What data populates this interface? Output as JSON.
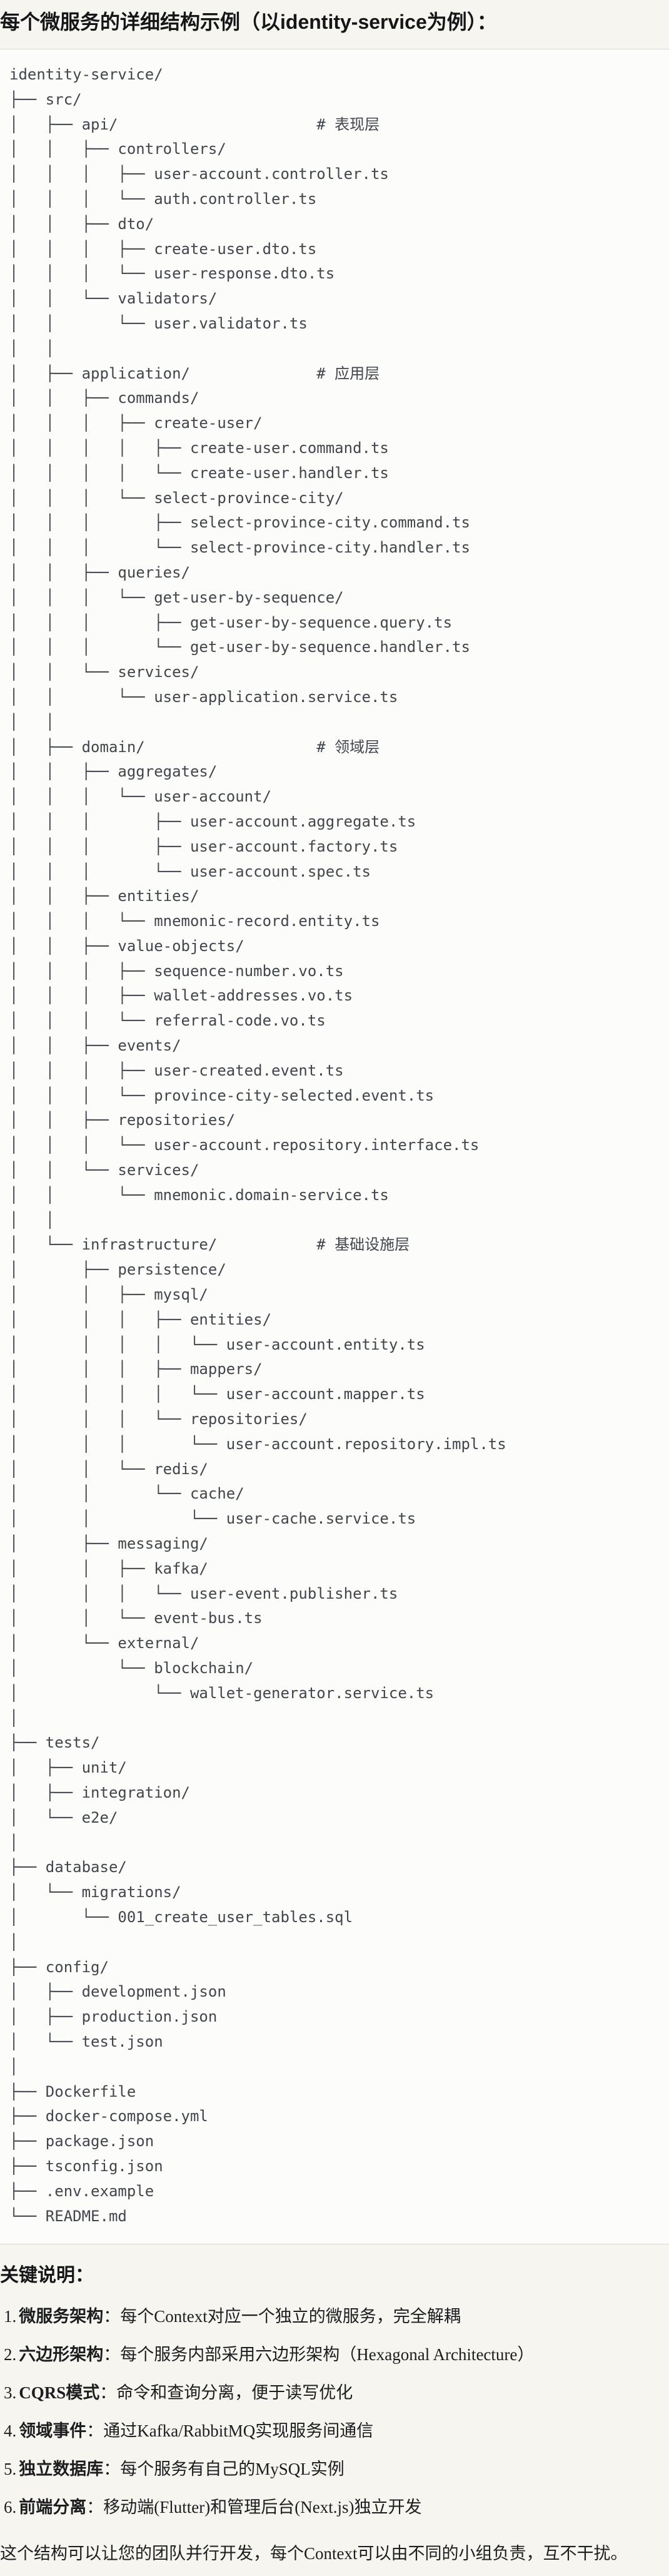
{
  "title": "每个微服务的详细结构示例（以identity-service为例）：",
  "code_block": {
    "language": "text",
    "tree_lines": [
      "identity-service/",
      "├── src/",
      "│   ├── api/                      # 表现层",
      "│   │   ├── controllers/",
      "│   │   │   ├── user-account.controller.ts",
      "│   │   │   └── auth.controller.ts",
      "│   │   ├── dto/",
      "│   │   │   ├── create-user.dto.ts",
      "│   │   │   └── user-response.dto.ts",
      "│   │   └── validators/",
      "│   │       └── user.validator.ts",
      "│   │",
      "│   ├── application/              # 应用层",
      "│   │   ├── commands/",
      "│   │   │   ├── create-user/",
      "│   │   │   │   ├── create-user.command.ts",
      "│   │   │   │   └── create-user.handler.ts",
      "│   │   │   └── select-province-city/",
      "│   │   │       ├── select-province-city.command.ts",
      "│   │   │       └── select-province-city.handler.ts",
      "│   │   ├── queries/",
      "│   │   │   └── get-user-by-sequence/",
      "│   │   │       ├── get-user-by-sequence.query.ts",
      "│   │   │       └── get-user-by-sequence.handler.ts",
      "│   │   └── services/",
      "│   │       └── user-application.service.ts",
      "│   │",
      "│   ├── domain/                   # 领域层",
      "│   │   ├── aggregates/",
      "│   │   │   └── user-account/",
      "│   │   │       ├── user-account.aggregate.ts",
      "│   │   │       ├── user-account.factory.ts",
      "│   │   │       └── user-account.spec.ts",
      "│   │   ├── entities/",
      "│   │   │   └── mnemonic-record.entity.ts",
      "│   │   ├── value-objects/",
      "│   │   │   ├── sequence-number.vo.ts",
      "│   │   │   ├── wallet-addresses.vo.ts",
      "│   │   │   └── referral-code.vo.ts",
      "│   │   ├── events/",
      "│   │   │   ├── user-created.event.ts",
      "│   │   │   └── province-city-selected.event.ts",
      "│   │   ├── repositories/",
      "│   │   │   └── user-account.repository.interface.ts",
      "│   │   └── services/",
      "│   │       └── mnemonic.domain-service.ts",
      "│   │",
      "│   └── infrastructure/           # 基础设施层",
      "│       ├── persistence/",
      "│       │   ├── mysql/",
      "│       │   │   ├── entities/",
      "│       │   │   │   └── user-account.entity.ts",
      "│       │   │   ├── mappers/",
      "│       │   │   │   └── user-account.mapper.ts",
      "│       │   │   └── repositories/",
      "│       │   │       └── user-account.repository.impl.ts",
      "│       │   └── redis/",
      "│       │       └── cache/",
      "│       │           └── user-cache.service.ts",
      "│       ├── messaging/",
      "│       │   ├── kafka/",
      "│       │   │   └── user-event.publisher.ts",
      "│       │   └── event-bus.ts",
      "│       └── external/",
      "│           └── blockchain/",
      "│               └── wallet-generator.service.ts",
      "│",
      "├── tests/",
      "│   ├── unit/",
      "│   ├── integration/",
      "│   └── e2e/",
      "│",
      "├── database/",
      "│   └── migrations/",
      "│       └── 001_create_user_tables.sql",
      "│",
      "├── config/",
      "│   ├── development.json",
      "│   ├── production.json",
      "│   └── test.json",
      "│",
      "├── Dockerfile",
      "├── docker-compose.yml",
      "├── package.json",
      "├── tsconfig.json",
      "├── .env.example",
      "└── README.md"
    ]
  },
  "notes": {
    "heading": "关键说明：",
    "items": [
      {
        "num": "1.",
        "label": "微服务架构",
        "text": "：每个Context对应一个独立的微服务，完全解耦"
      },
      {
        "num": "2.",
        "label": "六边形架构",
        "text": "：每个服务内部采用六边形架构（Hexagonal Architecture）"
      },
      {
        "num": "3.",
        "label": "CQRS模式",
        "text": "：命令和查询分离，便于读写优化"
      },
      {
        "num": "4.",
        "label": "领域事件",
        "text": "：通过Kafka/RabbitMQ实现服务间通信"
      },
      {
        "num": "5.",
        "label": "独立数据库",
        "text": "：每个服务有自己的MySQL实例"
      },
      {
        "num": "6.",
        "label": "前端分离",
        "text": "：移动端(Flutter)和管理后台(Next.js)独立开发"
      }
    ],
    "footer": "这个结构可以让您的团队并行开发，每个Context可以由不同的小组负责，互不干扰。"
  },
  "colors": {
    "page_bg": "#f7f5f0",
    "code_bg": "#fcfcfa",
    "divider": "#dcdad5",
    "tree_text": "#41464c",
    "body_text": "#1b1d1f"
  }
}
